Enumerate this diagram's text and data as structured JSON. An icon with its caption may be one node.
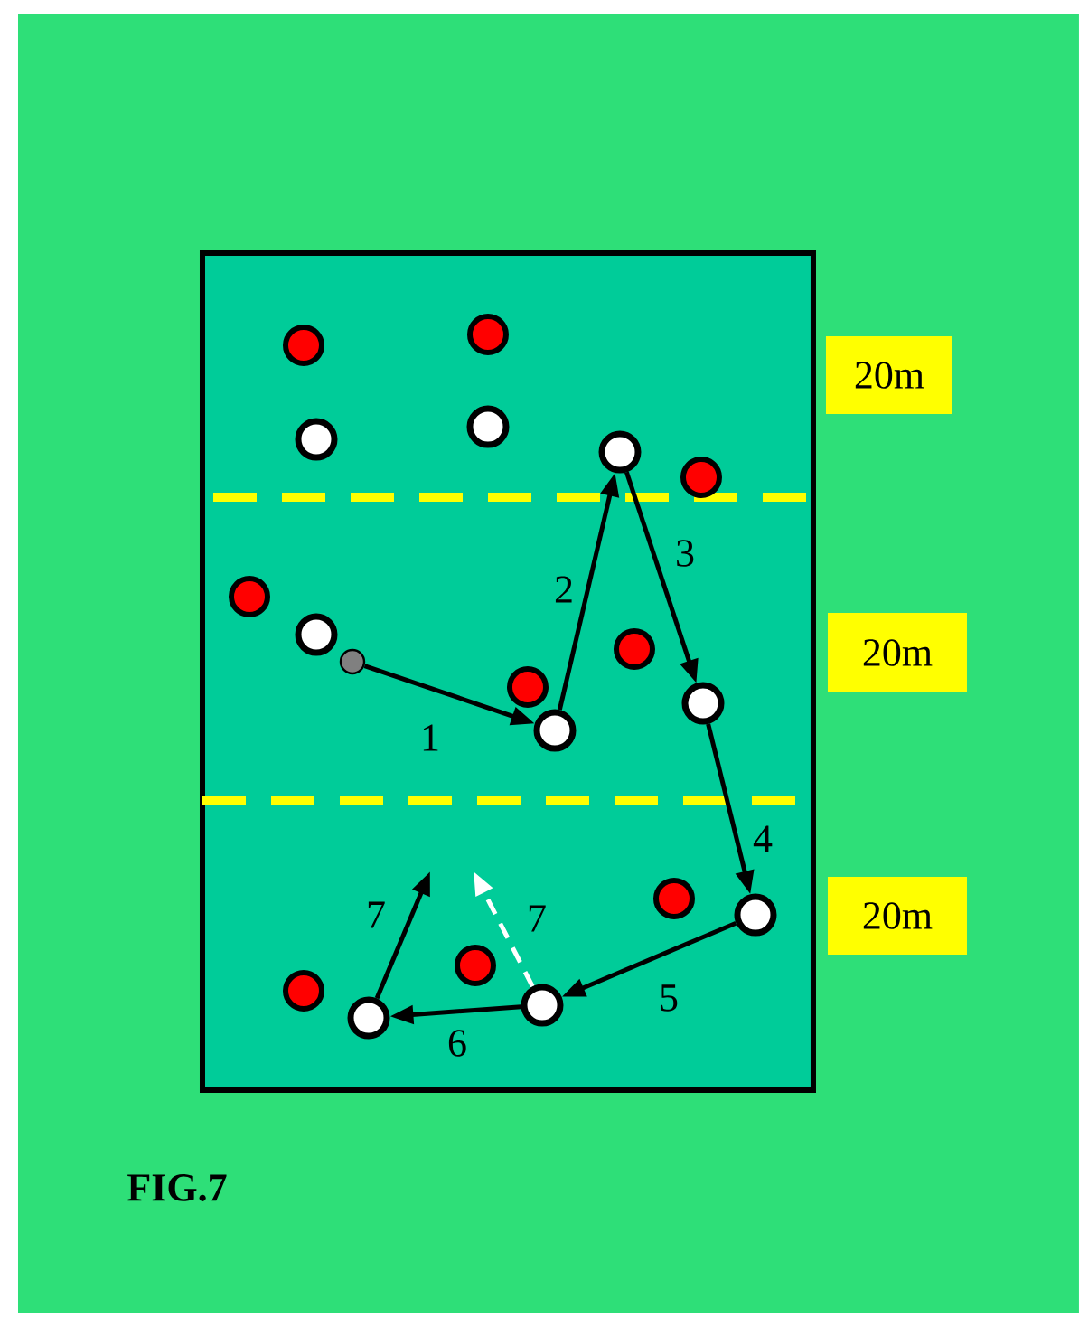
{
  "diagram": {
    "caption": "FIG.7",
    "nodes": [
      {
        "text": [],
        "shape": "circle"
      },
      {
        "text": [],
        "shape": "circle"
      },
      {
        "text": [],
        "shape": "circle"
      },
      {
        "text": [],
        "shape": "circle"
      },
      {
        "text": [],
        "shape": "circle"
      },
      {
        "text": [],
        "shape": "circle"
      },
      {
        "text": [],
        "shape": "circle"
      },
      {
        "text": [],
        "shape": "circle"
      },
      {
        "text": [],
        "shape": "circle"
      },
      {
        "text": [],
        "shape": "circle"
      },
      {
        "text": [],
        "shape": "circle"
      },
      {
        "text": [],
        "shape": "circle"
      },
      {
        "text": [],
        "shape": "circle"
      },
      {
        "text": [],
        "shape": "circle"
      },
      {
        "text": [],
        "shape": "circle"
      },
      {
        "text": [],
        "shape": "circle"
      },
      {
        "text": [],
        "shape": "circle"
      },
      {
        "text": [],
        "shape": "circle"
      },
      {
        "text": [],
        "shape": "circle"
      }
    ],
    "edges": [
      {
        "from": 9,
        "to": 12,
        "arrow": "to",
        "label": "1"
      },
      {
        "from": 12,
        "to": 4,
        "arrow": "to",
        "label": "2"
      },
      {
        "from": 4,
        "to": 11,
        "arrow": "to",
        "label": "3"
      },
      {
        "from": 11,
        "to": 14,
        "arrow": "to",
        "label": "4"
      },
      {
        "from": 14,
        "to": 17,
        "arrow": "to",
        "label": "5"
      },
      {
        "from": 17,
        "to": 18,
        "arrow": "to",
        "label": "6"
      },
      {
        "from": 18,
        "to": null,
        "arrow": "to",
        "label": "7"
      },
      {
        "from": 17,
        "to": null,
        "arrow": "to",
        "label": "7",
        "style": "dashed",
        "color": "#ffffff"
      }
    ],
    "labels": [
      "20m",
      "20m",
      "20m"
    ]
  }
}
